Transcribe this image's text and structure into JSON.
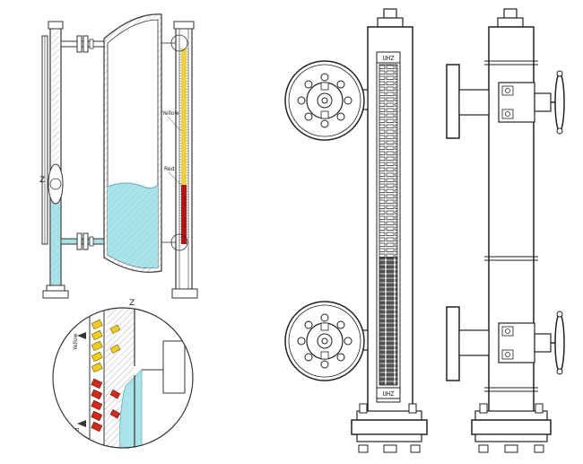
{
  "left_drawing": {
    "detail_marker": "Z",
    "scale_labels": {
      "upper": "Yellow",
      "lower": "Red"
    },
    "colors": {
      "liquid": "#a8e4ea",
      "scale_yellow": "#e6c200",
      "scale_red": "#b01414",
      "hatch": "#888888"
    }
  },
  "detail_view": {
    "marker": "Z",
    "labels": {
      "upper": "Yellow",
      "lower": "Red"
    },
    "colors": {
      "flap_yellow": "#f2cc1f",
      "flap_red": "#d42a1a",
      "liquid": "#a8e4ea"
    }
  },
  "right_drawing": {
    "views": [
      "front-view",
      "side-view"
    ],
    "nameplate_top": "UHZ",
    "nameplate_bottom": "UHZ",
    "line_color": "#222222"
  }
}
